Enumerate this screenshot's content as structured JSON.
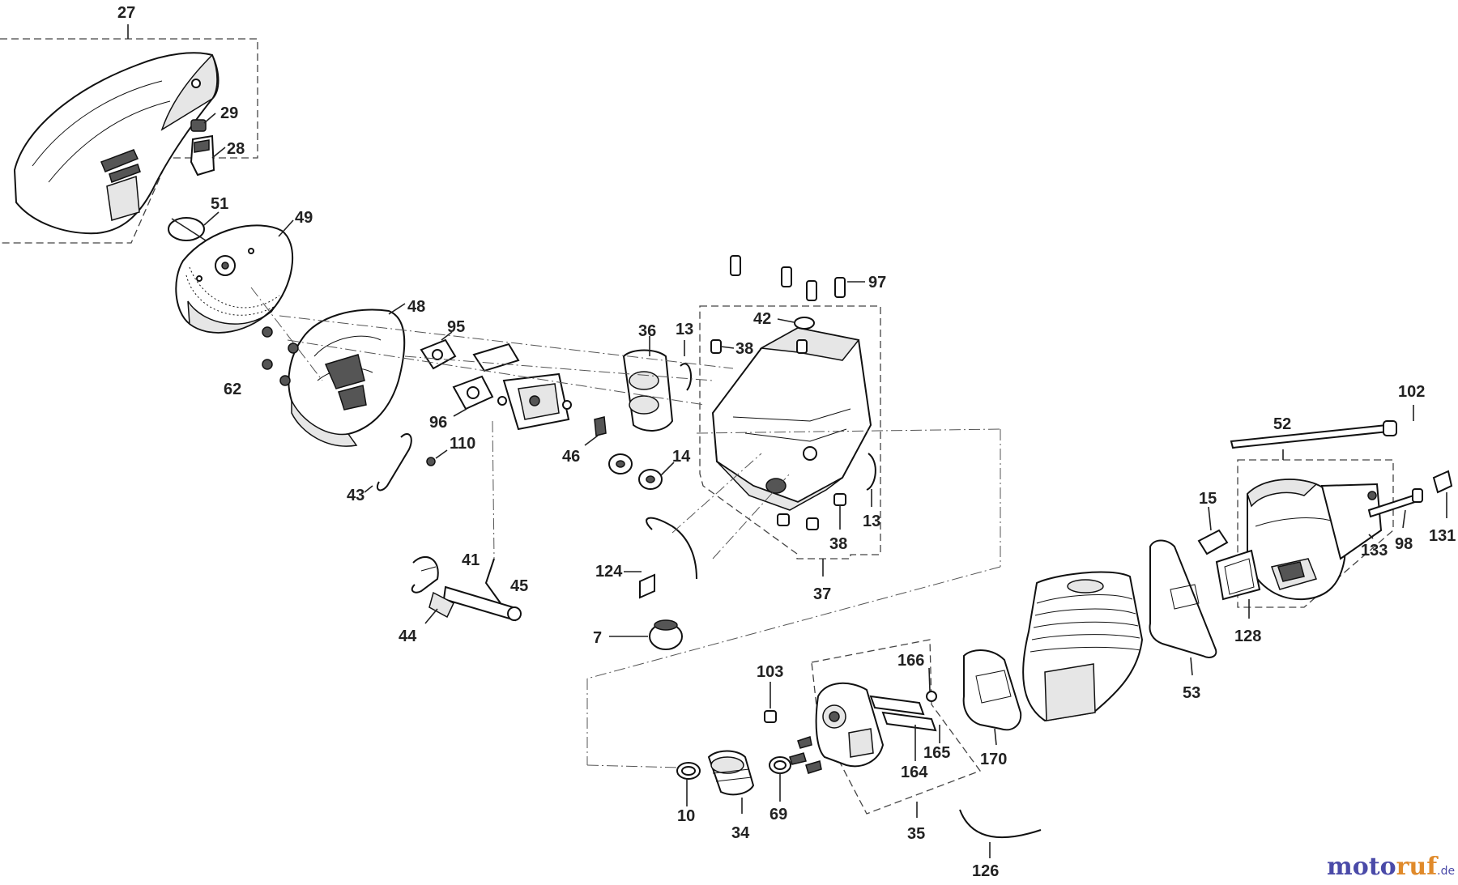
{
  "labels": {
    "n27": "27",
    "n29": "29",
    "n28": "28",
    "n51": "51",
    "n49": "49",
    "n48": "48",
    "n95": "95",
    "n36": "36",
    "n13a": "13",
    "n42": "42",
    "n97": "97",
    "n38a": "38",
    "n62": "62",
    "n96": "96",
    "n110": "110",
    "n46": "46",
    "n14": "14",
    "n43": "43",
    "n13b": "13",
    "n38b": "38",
    "n41": "41",
    "n45": "45",
    "n124": "124",
    "n37": "37",
    "n44": "44",
    "n7": "7",
    "n102": "102",
    "n52": "52",
    "n15": "15",
    "n133": "133",
    "n98": "98",
    "n131": "131",
    "n128": "128",
    "n53": "53",
    "n103": "103",
    "n166": "166",
    "n165": "165",
    "n164": "164",
    "n170": "170",
    "n10": "10",
    "n34": "34",
    "n69": "69",
    "n35": "35",
    "n126": "126"
  },
  "watermark": {
    "brand_a": "moto",
    "brand_b": "ruf",
    "suffix": ".de"
  }
}
